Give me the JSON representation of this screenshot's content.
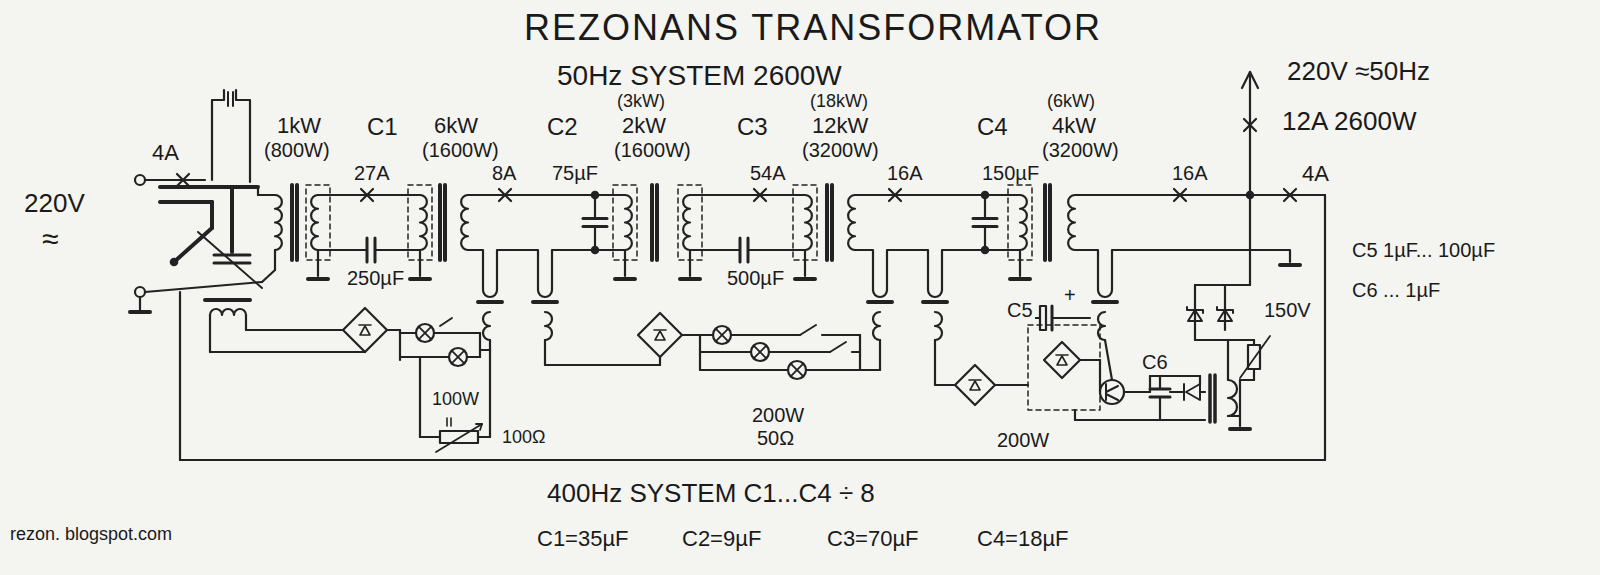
{
  "diagram": {
    "title": "REZONANS TRANSFORMATOR",
    "labels": [
      "50Hz SYSTEM 2600W",
      "220V",
      "≈",
      "4A",
      "1kW",
      "(800W)",
      "C1",
      "27A",
      "250µF",
      "6kW",
      "(1600W)",
      "C2",
      "8A",
      "75µF",
      "(3kW)",
      "2kW",
      "(1600W)",
      "C3",
      "54A",
      "(18kW)",
      "12kW",
      "(3200W)",
      "500µF",
      "16A",
      "C4",
      "150µF",
      "(6kW)",
      "4kW",
      "(3200W)",
      "16A",
      "220V ≈50Hz",
      "12A 2600W",
      "4A",
      "C5 1µF... 100µF",
      "C6 ... 1µF",
      "C5",
      "+",
      "150V",
      "C6",
      "100W",
      "100Ω",
      "200W",
      "50Ω",
      "200W",
      "400Hz SYSTEM C1...C4 ÷ 8",
      "C1=35µF",
      "C2=9µF",
      "C3=70µF",
      "C4=18µF",
      "rezon. blogspot.com"
    ]
  }
}
